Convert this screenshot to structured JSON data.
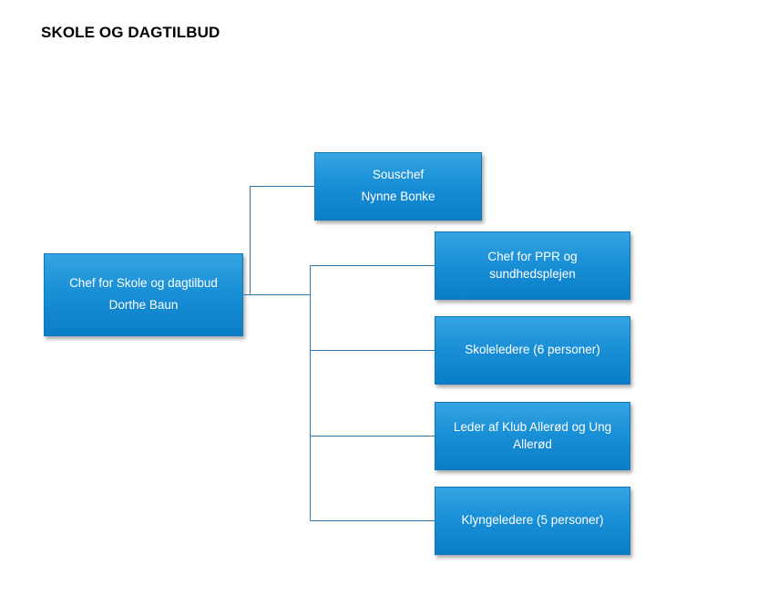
{
  "page": {
    "title": "SKOLE OG DAGTILBUD"
  },
  "colors": {
    "box_fill": "#1a90d7",
    "box_border": "#0f78b8",
    "box_text": "#ffffff",
    "connector": "#2f78b0"
  },
  "org": {
    "chief": {
      "title": "Chef for Skole og dagtilbud",
      "name": "Dorthe Baun"
    },
    "deputy": {
      "title": "Souschef",
      "name": "Nynne Bonke"
    },
    "reports": {
      "ppr": "Chef for PPR og sundhedsplejen",
      "school_leaders": "Skoleledere (6 personer)",
      "club_leader_line1": "Leder af Klub Allerød og Ung",
      "club_leader_line2": "Allerød",
      "cluster_leaders": "Klyngeledere (5 personer)"
    }
  }
}
